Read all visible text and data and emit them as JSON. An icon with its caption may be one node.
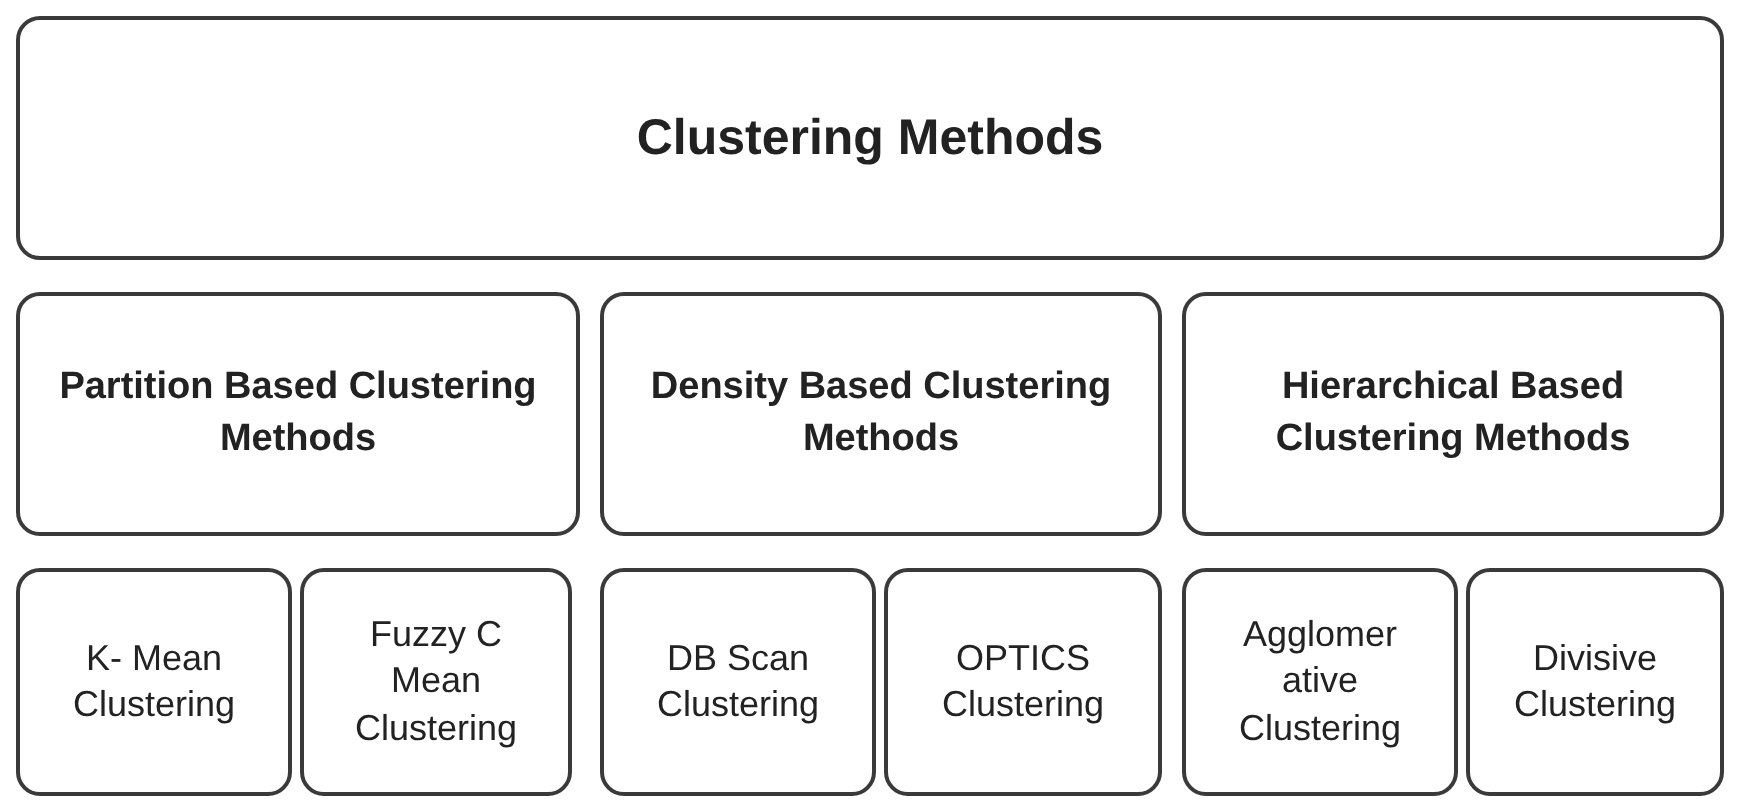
{
  "diagram": {
    "nodes": [
      {
        "text": [
          "Clustering Methods"
        ]
      },
      {
        "text": [
          "Partition Based Clustering Methods"
        ]
      },
      {
        "text": [
          "Density Based Clustering Methods"
        ]
      },
      {
        "text": [
          "Hierarchical Based Clustering Methods"
        ]
      },
      {
        "text": [
          "K- Mean Clustering"
        ]
      },
      {
        "text": [
          "Fuzzy C Mean Clustering"
        ]
      },
      {
        "text": [
          "DB Scan Clustering"
        ]
      },
      {
        "text": [
          "OPTICS Clustering"
        ]
      },
      {
        "text": [
          "Agglomer ative Clustering"
        ]
      },
      {
        "text": [
          "Divisive Clustering"
        ]
      }
    ]
  }
}
